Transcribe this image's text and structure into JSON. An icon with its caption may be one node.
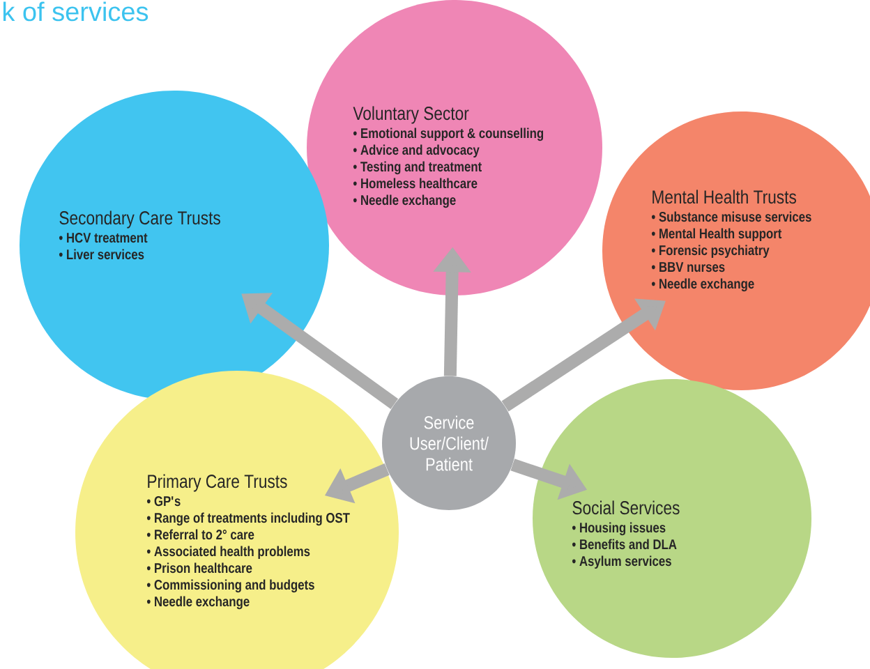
{
  "diagram": {
    "title": "k of services",
    "nodes": [
      {
        "text": [
          "Voluntary Sector",
          "• Emotional support & counselling",
          "• Advice and advocacy",
          "• Testing and treatment",
          "• Homeless healthcare",
          "• Needle exchange"
        ]
      },
      {
        "text": [
          "Secondary Care Trusts",
          "• HCV treatment",
          "• Liver services"
        ]
      },
      {
        "text": [
          "Mental Health Trusts",
          "• Substance misuse services",
          "• Mental Health support",
          "• Forensic psychiatry",
          "• BBV nurses",
          "• Needle exchange"
        ]
      },
      {
        "text": [
          "Service User/Client/ Patient"
        ]
      },
      {
        "text": [
          "Primary Care Trusts",
          "• GP's",
          "• Range of treatments including OST",
          "• Referral to 2° care",
          "• Associated health problems",
          "• Prison healthcare",
          "• Commissioning and budgets",
          "• Needle exchange"
        ]
      },
      {
        "text": [
          "Social Services",
          "• Housing issues",
          "• Benefits and DLA",
          "• Asylum services"
        ]
      }
    ],
    "edges": [
      {
        "from": 3,
        "to": 0,
        "arrow": "to"
      },
      {
        "from": 3,
        "to": 1,
        "arrow": "to"
      },
      {
        "from": 3,
        "to": 2,
        "arrow": "to"
      },
      {
        "from": 3,
        "to": 4,
        "arrow": "to"
      },
      {
        "from": 3,
        "to": 5,
        "arrow": "to"
      }
    ]
  }
}
